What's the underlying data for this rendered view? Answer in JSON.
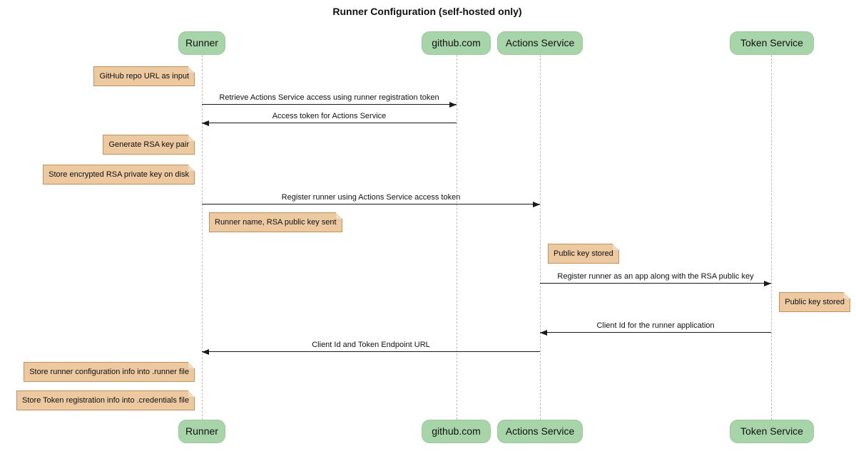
{
  "title": "Runner Configuration (self-hosted only)",
  "participants": [
    {
      "id": "runner",
      "label": "Runner"
    },
    {
      "id": "github",
      "label": "github.com"
    },
    {
      "id": "actions",
      "label": "Actions Service"
    },
    {
      "id": "token",
      "label": "Token Service"
    }
  ],
  "messages": [
    {
      "label": "Retrieve Actions Service access using runner registration token",
      "from": "Runner",
      "to": "github.com"
    },
    {
      "label": "Access token for Actions Service",
      "from": "github.com",
      "to": "Runner"
    },
    {
      "label": "Register runner using Actions Service access token",
      "from": "Runner",
      "to": "Actions Service"
    },
    {
      "label": "Register runner as an app along with the RSA public key",
      "from": "Actions Service",
      "to": "Token Service"
    },
    {
      "label": "Client Id for the runner application",
      "from": "Token Service",
      "to": "Actions Service"
    },
    {
      "label": "Client Id and Token Endpoint URL",
      "from": "Actions Service",
      "to": "Runner"
    }
  ],
  "notes": [
    {
      "text": "GitHub repo URL as input",
      "anchor": "Runner",
      "side": "left"
    },
    {
      "text": "Generate RSA key pair",
      "anchor": "Runner",
      "side": "left"
    },
    {
      "text": "Store encrypted RSA private key on disk",
      "anchor": "Runner",
      "side": "left"
    },
    {
      "text": "Runner name, RSA public key sent",
      "anchor": "Runner",
      "side": "right"
    },
    {
      "text": "Public key stored",
      "anchor": "Actions Service",
      "side": "right"
    },
    {
      "text": "Public key stored",
      "anchor": "Token Service",
      "side": "right"
    },
    {
      "text": "Store runner configuration info into .runner file",
      "anchor": "Runner",
      "side": "left"
    },
    {
      "text": "Store Token registration info into .credentials file",
      "anchor": "Runner",
      "side": "left"
    }
  ],
  "colors": {
    "participant_fill": "#a8d4aa",
    "participant_border": "#9ac79c",
    "note_fill": "#ecc9a1",
    "note_border": "#c09159",
    "note_fold": "#ecdcc3",
    "lifeline": "#bcbcbc",
    "line": "#1a1a1a",
    "text": "#111111",
    "background": "#ffffff"
  }
}
